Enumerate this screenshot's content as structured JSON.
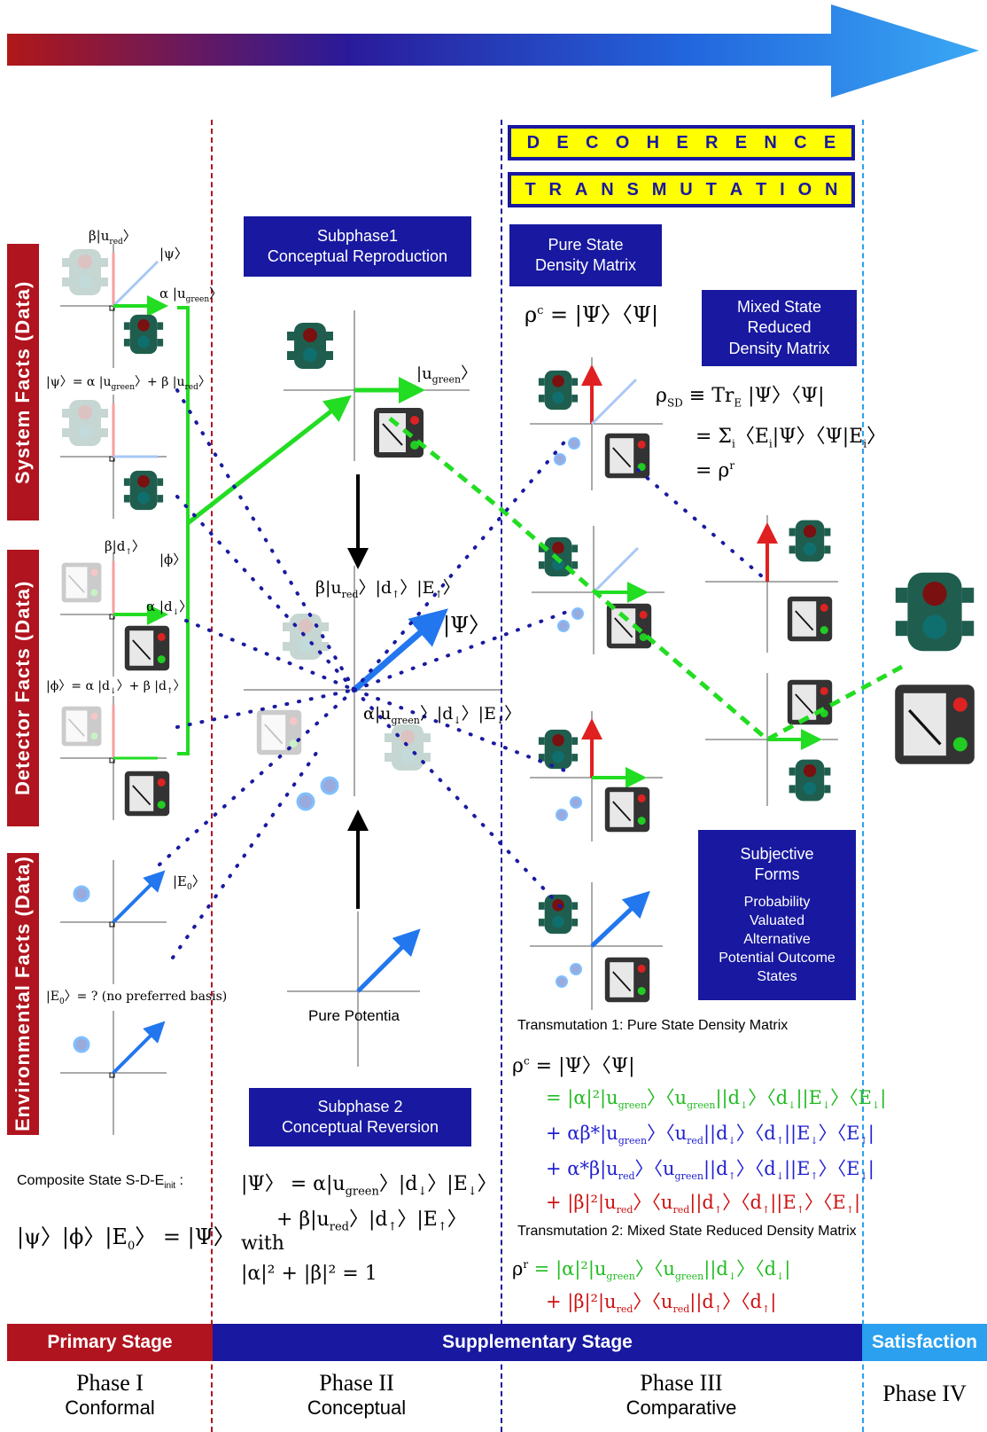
{
  "decoherence": [
    "D",
    "E",
    "C",
    "O",
    "H",
    "E",
    "R",
    "E",
    "N",
    "C",
    "E"
  ],
  "transmutation": [
    "T",
    "R",
    "A",
    "N",
    "S",
    "M",
    "U",
    "T",
    "A",
    "T",
    "I",
    "O",
    "N"
  ],
  "side_labels": {
    "system": "System  Facts  (Data)",
    "detector": "Detector  Facts  (Data)",
    "environment": "Environmental Facts (Data)"
  },
  "boxes": {
    "subphase1": [
      "Subphase1",
      "Conceptual Reproduction"
    ],
    "subphase2": [
      "Subphase 2",
      "Conceptual Reversion"
    ],
    "pure_state": [
      "Pure State",
      "Density Matrix"
    ],
    "mixed_state": [
      "Mixed State",
      "Reduced",
      "Density Matrix"
    ],
    "subjective": [
      "Subjective",
      "Forms"
    ],
    "subjective_sub": [
      "Probability",
      "Valuated",
      "Alternative",
      "Potential Outcome",
      "States"
    ]
  },
  "math": {
    "beta_ured": "β|u",
    "beta_ured_sub": "red",
    "psi_ket": "|ψ〉",
    "alpha_ugreen": "α |u",
    "alpha_ugreen_sub": "green",
    "psi_def": "|ψ〉= α |u",
    "ugreen_top": "|u",
    "beta_d": "β|d",
    "phi_ket": "|ϕ〉",
    "alpha_d": "α |d",
    "phi_def": "|ϕ〉= α |d",
    "E0_ket": "|E",
    "E0_question": "〉= ? (no preferred basis)",
    "Psi_ket": "|Ψ〉",
    "beta_center": "β|u",
    "alpha_center": "α|u",
    "rho_c": "ρ",
    "rho_c_rhs": "=   |Ψ〉〈Ψ|",
    "rho_sd": "ρ",
    "rho_sd_rhs1": "≡ Tr",
    "rho_sd_rhs1b": "|Ψ〉〈Ψ|",
    "rho_sd_rhs2": "= Σ",
    "rho_sd_rhs2b": "〈E",
    "rho_sd_rhs2c": "|Ψ〉〈Ψ|E",
    "rho_sd_rhs3": "= ρ",
    "composite_label": "Composite State S-D-E",
    "composite_sub": "init",
    "composite_eq": "|ψ〉|ϕ〉|E",
    "composite_rhs": "〉 = |Ψ〉",
    "psi_full_1": "|Ψ〉 = α|u",
    "psi_full_2": "+ β|u",
    "with": "with",
    "norm": "|α|² + |β|² = 1",
    "t1_title": "Transmutation 1: Pure State Density Matrix",
    "t1_l0": "ρ",
    "t1_l0_rhs": "= |Ψ〉〈Ψ|",
    "t1_l1": "= |α|²|u",
    "t1_l2": "+ αβ*|u",
    "t1_l3": "+ α*β|u",
    "t1_l4": "+ |β|²|u",
    "t2_title": "Transmutation 2: Mixed State Reduced Density Matrix",
    "t2_l0": "ρ",
    "t2_l0_rhs": "= |α|²|u",
    "t2_l1": "+ |β|²|u",
    "pure_potentia": "Pure Potentia"
  },
  "stages": {
    "primary": "Primary Stage",
    "supplementary": "Supplementary Stage",
    "satisfaction": "Satisfaction"
  },
  "phases": [
    {
      "title": "Phase I",
      "sub": "Conformal"
    },
    {
      "title": "Phase II",
      "sub": "Conceptual"
    },
    {
      "title": "Phase III",
      "sub": "Comparative"
    },
    {
      "title": "Phase IV",
      "sub": ""
    }
  ],
  "colors": {
    "primary": "#b0141e",
    "supplementary": "#1818a0",
    "satisfaction": "#2aa0ee",
    "green": "#22dd22",
    "blue_arrow": "#2277ee",
    "red_arrow": "#e02020",
    "dots": "#1a1aa0"
  }
}
